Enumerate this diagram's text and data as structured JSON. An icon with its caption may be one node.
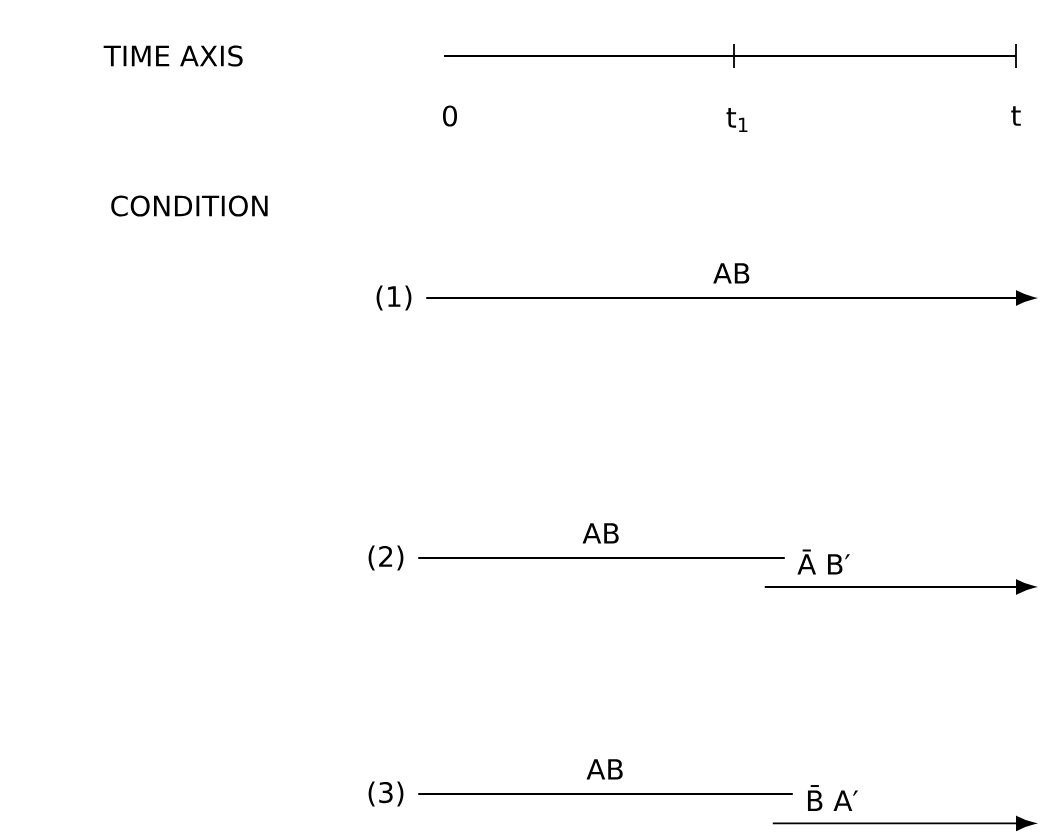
{
  "diagram": {
    "nodes": [
      {
        "text": [
          "(1)"
        ]
      },
      {
        "text": [
          "(2)"
        ]
      },
      {
        "text": [
          "Ā  B′"
        ]
      },
      {
        "text": [
          "(3)"
        ]
      },
      {
        "text": [
          "B̄  A′"
        ]
      }
    ],
    "edges": [
      {
        "from": 0,
        "to": null,
        "arrow": "to",
        "label": "AB"
      },
      {
        "from": 1,
        "to": 2,
        "arrow": "none",
        "label": "AB"
      },
      {
        "from": 2,
        "to": null,
        "arrow": "to"
      },
      {
        "from": 3,
        "to": 4,
        "arrow": "none",
        "label": "AB"
      },
      {
        "from": 4,
        "to": null,
        "arrow": "to"
      }
    ],
    "labels": [
      "TIME AXIS",
      "0",
      "t$_{1}$",
      "t",
      "CONDITION"
    ]
  }
}
